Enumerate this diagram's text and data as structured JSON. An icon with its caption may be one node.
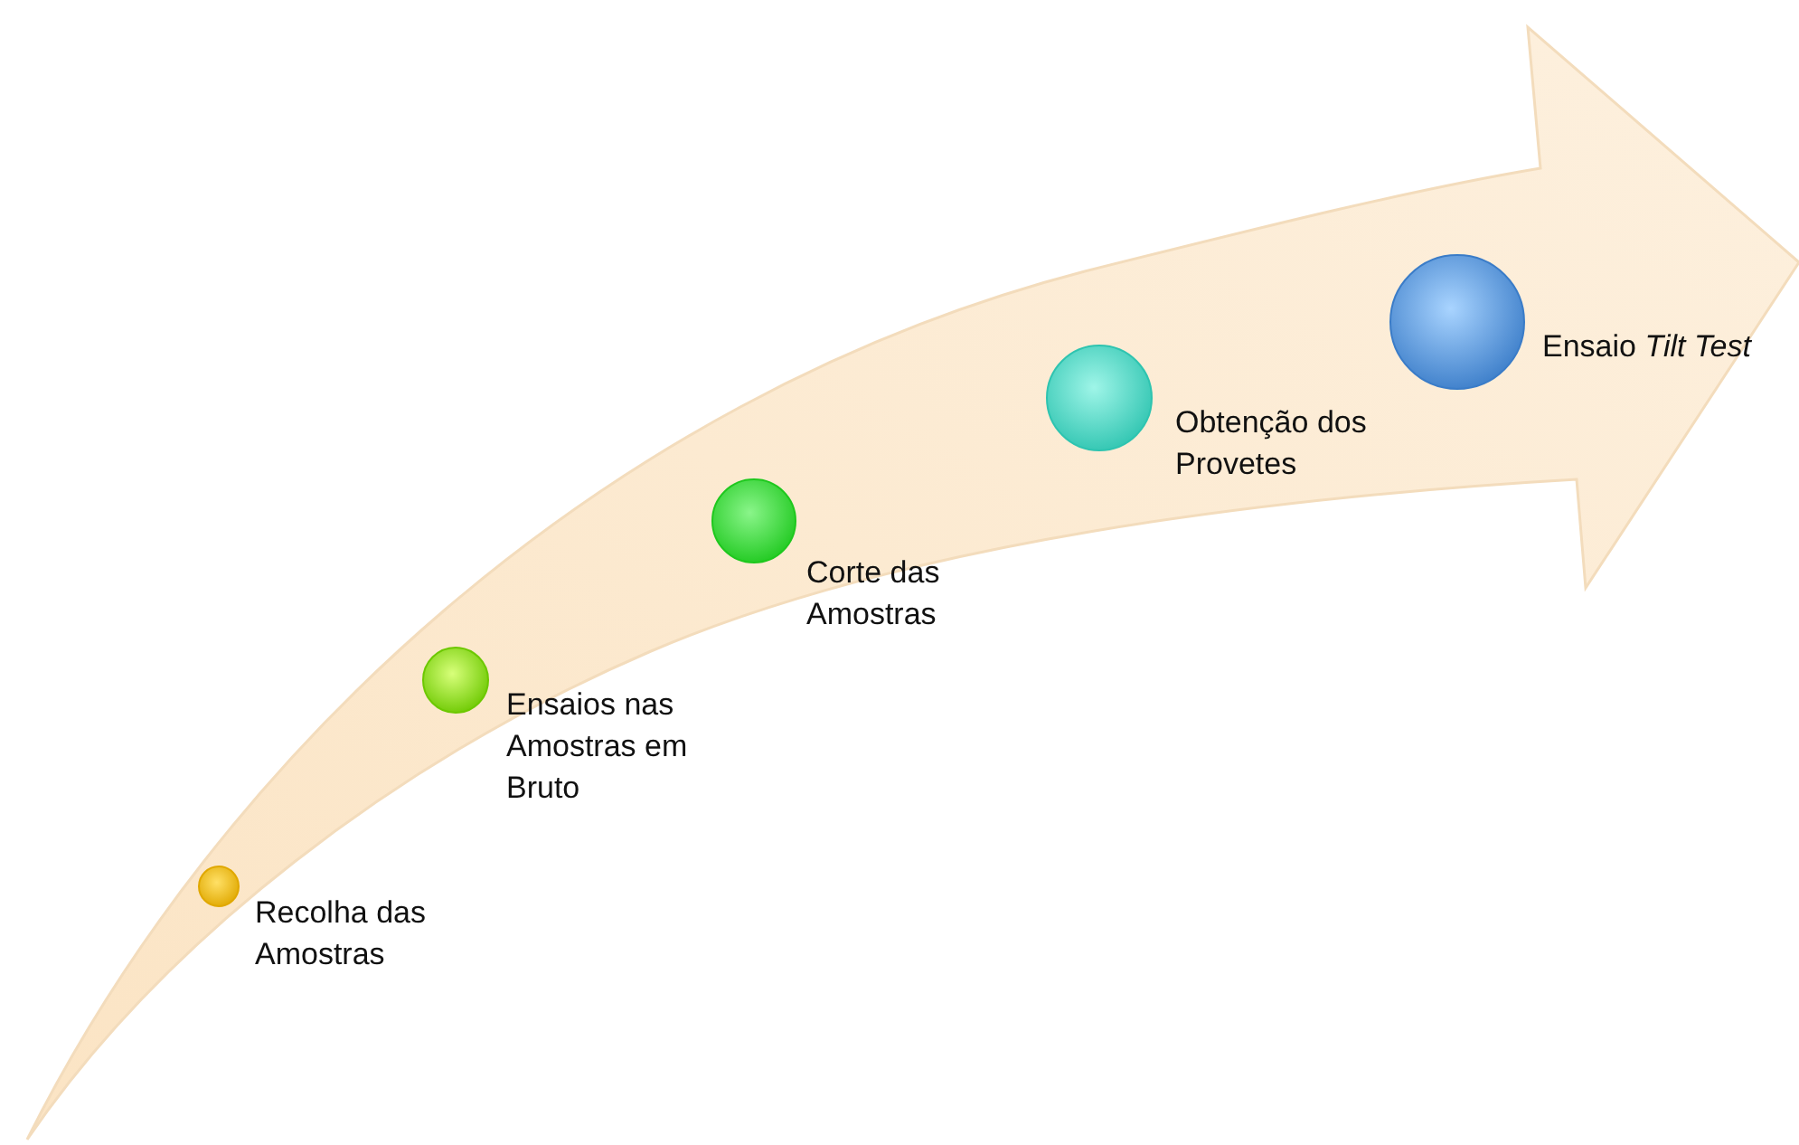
{
  "diagram": {
    "nodes": [
      {
        "text": [],
        "shape": "circle",
        "beside": [
          "Recolha das Amostras"
        ]
      },
      {
        "text": [],
        "shape": "circle",
        "beside": [
          "Ensaios nas Amostras em Bruto"
        ]
      },
      {
        "text": [],
        "shape": "circle",
        "beside": [
          "Corte das Amostras"
        ]
      },
      {
        "text": [],
        "shape": "circle",
        "beside": [
          "Obtenção dos Provetes"
        ]
      },
      {
        "text": [],
        "shape": "circle",
        "beside": [
          "Ensaio *Tilt Test*"
        ]
      }
    ]
  }
}
